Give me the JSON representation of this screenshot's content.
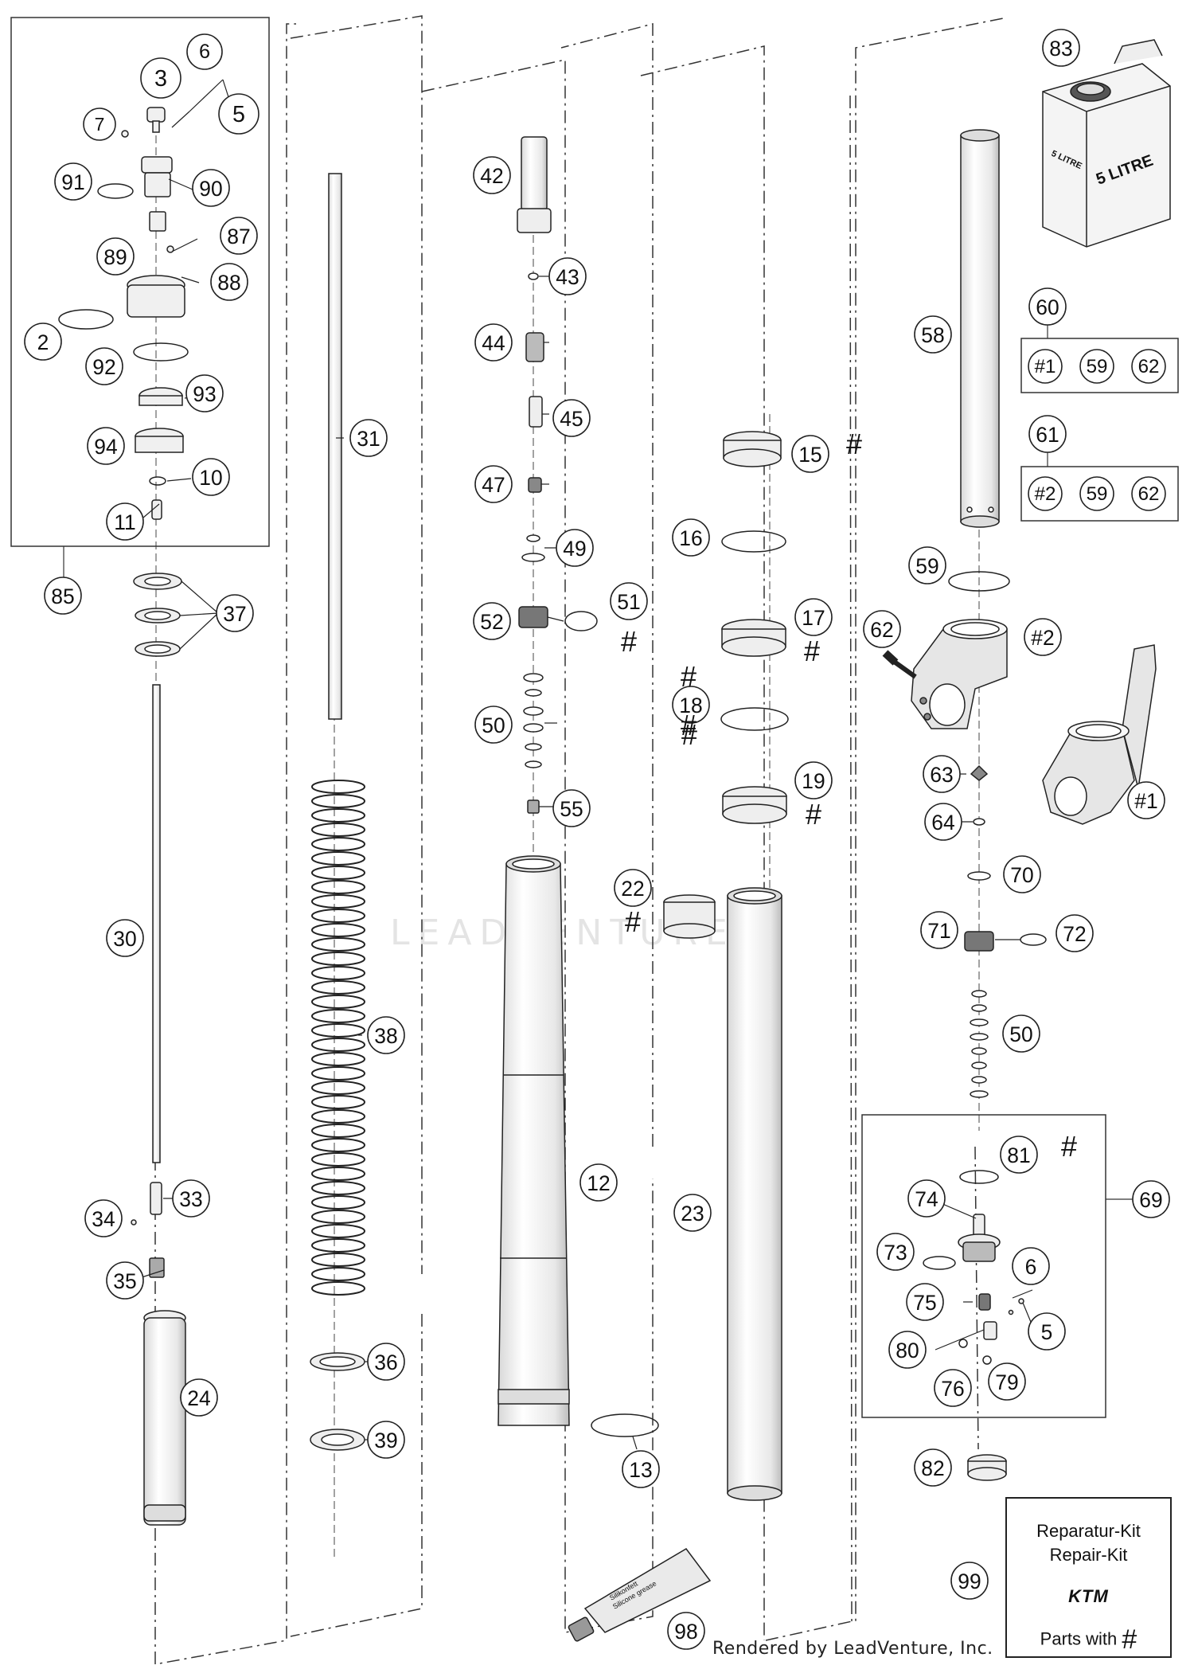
{
  "diagram": {
    "callouts": [
      {
        "id": "c3",
        "label": "3"
      },
      {
        "id": "c6a",
        "label": "6"
      },
      {
        "id": "c5a",
        "label": "5"
      },
      {
        "id": "c7",
        "label": "7"
      },
      {
        "id": "c91",
        "label": "91"
      },
      {
        "id": "c90",
        "label": "90"
      },
      {
        "id": "c87",
        "label": "87"
      },
      {
        "id": "c89",
        "label": "89"
      },
      {
        "id": "c88",
        "label": "88"
      },
      {
        "id": "c2",
        "label": "2"
      },
      {
        "id": "c92",
        "label": "92"
      },
      {
        "id": "c93",
        "label": "93"
      },
      {
        "id": "c94",
        "label": "94"
      },
      {
        "id": "c10",
        "label": "10"
      },
      {
        "id": "c11",
        "label": "11"
      },
      {
        "id": "c85",
        "label": "85"
      },
      {
        "id": "c37",
        "label": "37"
      },
      {
        "id": "c30",
        "label": "30"
      },
      {
        "id": "c33",
        "label": "33"
      },
      {
        "id": "c34",
        "label": "34"
      },
      {
        "id": "c35",
        "label": "35"
      },
      {
        "id": "c24",
        "label": "24"
      },
      {
        "id": "c31",
        "label": "31"
      },
      {
        "id": "c38",
        "label": "38"
      },
      {
        "id": "c36",
        "label": "36"
      },
      {
        "id": "c39",
        "label": "39"
      },
      {
        "id": "c42",
        "label": "42"
      },
      {
        "id": "c43",
        "label": "43"
      },
      {
        "id": "c44",
        "label": "44"
      },
      {
        "id": "c45",
        "label": "45"
      },
      {
        "id": "c47",
        "label": "47"
      },
      {
        "id": "c49",
        "label": "49"
      },
      {
        "id": "c52",
        "label": "52"
      },
      {
        "id": "c51",
        "label": "51"
      },
      {
        "id": "c50a",
        "label": "50"
      },
      {
        "id": "c55",
        "label": "55"
      },
      {
        "id": "c12",
        "label": "12"
      },
      {
        "id": "c13",
        "label": "13"
      },
      {
        "id": "c22",
        "label": "22"
      },
      {
        "id": "c15",
        "label": "15"
      },
      {
        "id": "c16",
        "label": "16"
      },
      {
        "id": "c17",
        "label": "17"
      },
      {
        "id": "c18",
        "label": "18"
      },
      {
        "id": "c19",
        "label": "19"
      },
      {
        "id": "c23",
        "label": "23"
      },
      {
        "id": "c58",
        "label": "58"
      },
      {
        "id": "c83",
        "label": "83"
      },
      {
        "id": "c60",
        "label": "60"
      },
      {
        "id": "c61",
        "label": "61"
      },
      {
        "id": "c59",
        "label": "59"
      },
      {
        "id": "c62",
        "label": "62"
      },
      {
        "id": "c63",
        "label": "63"
      },
      {
        "id": "c64",
        "label": "64"
      },
      {
        "id": "c70",
        "label": "70"
      },
      {
        "id": "c71",
        "label": "71"
      },
      {
        "id": "c72",
        "label": "72"
      },
      {
        "id": "c50b",
        "label": "50"
      },
      {
        "id": "c81",
        "label": "81"
      },
      {
        "id": "c69",
        "label": "69"
      },
      {
        "id": "c74",
        "label": "74"
      },
      {
        "id": "c73",
        "label": "73"
      },
      {
        "id": "c6b",
        "label": "6"
      },
      {
        "id": "c75",
        "label": "75"
      },
      {
        "id": "c5b",
        "label": "5"
      },
      {
        "id": "c80",
        "label": "80"
      },
      {
        "id": "c76",
        "label": "76"
      },
      {
        "id": "c79",
        "label": "79"
      },
      {
        "id": "c82",
        "label": "82"
      },
      {
        "id": "c99",
        "label": "99"
      },
      {
        "id": "c98",
        "label": "98"
      },
      {
        "id": "k60a",
        "label": "#1"
      },
      {
        "id": "k60b",
        "label": "59"
      },
      {
        "id": "k60c",
        "label": "62"
      },
      {
        "id": "k61a",
        "label": "#2"
      },
      {
        "id": "k61b",
        "label": "59"
      },
      {
        "id": "k61c",
        "label": "62"
      },
      {
        "id": "p2",
        "label": "#2"
      },
      {
        "id": "p1",
        "label": "#1"
      }
    ],
    "hash_symbol": "#",
    "can_label_front": "5 LITRE",
    "can_label_side": "5 LITRE",
    "tube_label_1": "Silikonfett",
    "tube_label_2": "Silicone grease",
    "watermark": "LEADVENTURE"
  },
  "kit_box": {
    "line1": "Reparatur-Kit",
    "line2": "Repair-Kit",
    "logo": "KTM",
    "line3": "Parts with",
    "hash": "#"
  },
  "footer": {
    "credit": "Rendered by LeadVenture, Inc."
  },
  "colors": {
    "ink": "#222222",
    "part_fill": "#f2f2f2",
    "part_shade": "#c8c8c8",
    "watermark": "#e4e4e4"
  }
}
